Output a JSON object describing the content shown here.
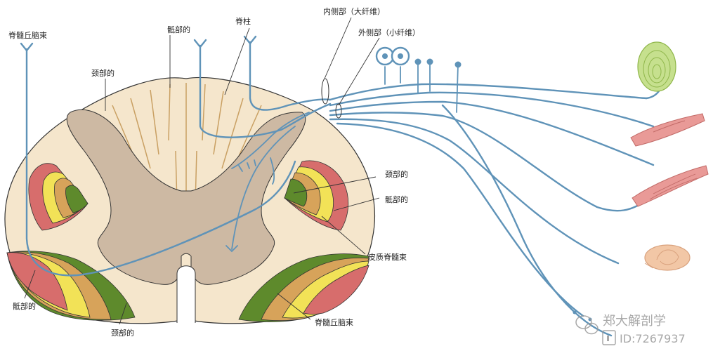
{
  "labels": {
    "spinothalamic_tract": "脊髓丘脑束",
    "cervical_dorsal_left": "颈部的",
    "sacral_dorsal": "骶部的",
    "dorsal_column": "脊柱",
    "medial_division": "内侧部（大纤维）",
    "lateral_division": "外侧部（小纤维）",
    "cervical_lateral_right": "颈部的",
    "sacral_lateral_right": "骶部的",
    "corticospinal_tract": "皮质脊髓束",
    "spinothalamic_tract_right": "脊髓丘脑束",
    "sacral_ventral_left": "骶部的",
    "cervical_ventral_left": "颈部的"
  },
  "watermark": {
    "line1": "郑大解剖学",
    "line2": "ID:7267937"
  },
  "colors": {
    "cord_outer": "#f5e6cc",
    "gray_matter": "#cdb9a3",
    "tract_red": "#d76d6c",
    "tract_orange": "#d7a35a",
    "tract_yellow": "#f2e257",
    "tract_green": "#5e8a2c",
    "nerve_blue": "#5f93b8",
    "pacinian_green": "#c6e08e",
    "muscle_pink": "#e99a97",
    "skin_peach": "#f2c7a6"
  }
}
